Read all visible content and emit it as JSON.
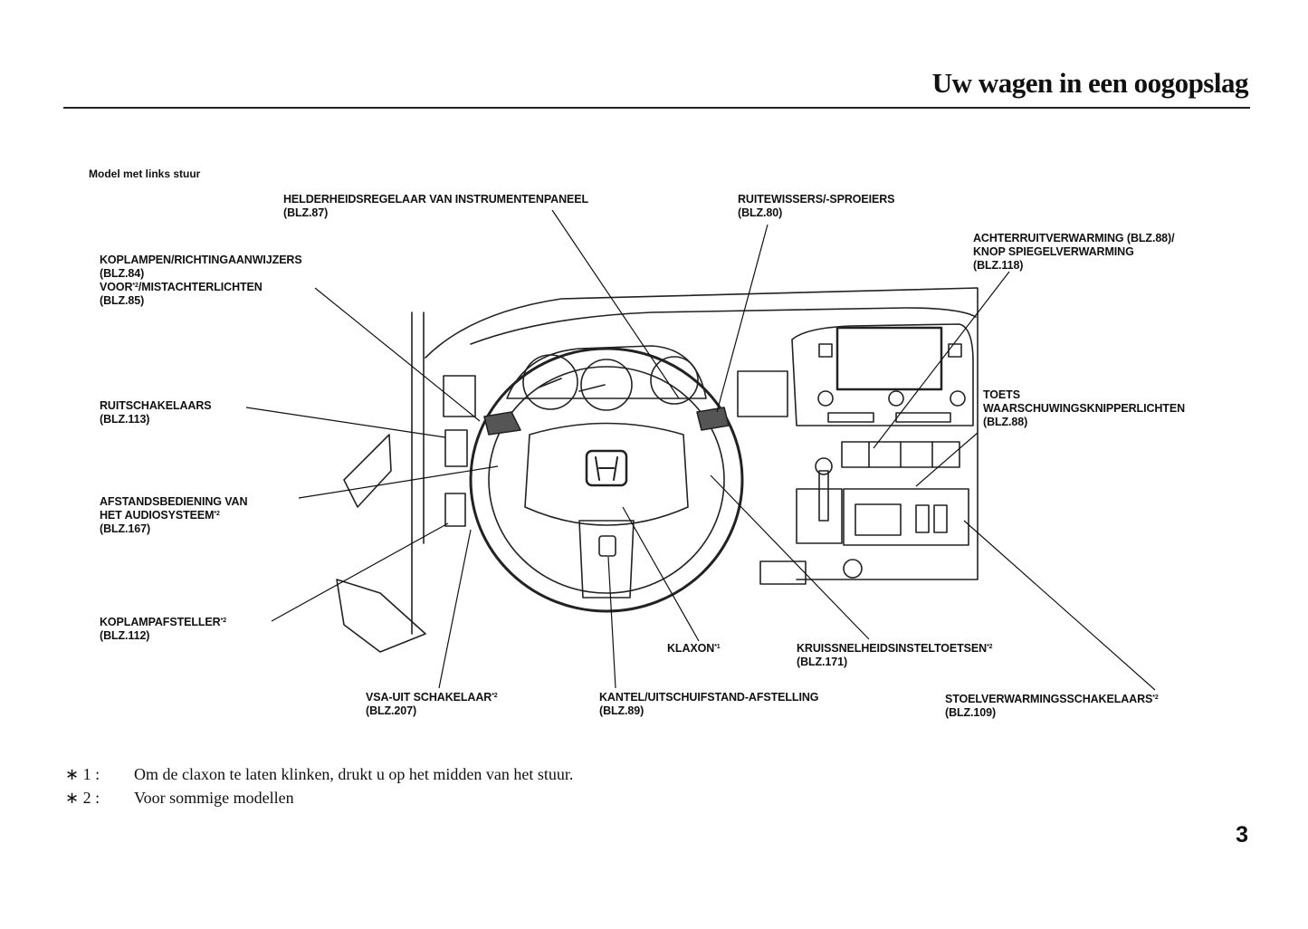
{
  "header": {
    "title": "Uw wagen in een oogopslag"
  },
  "model_label": "Model met links stuur",
  "callouts": {
    "helderheid": {
      "line1": "HELDERHEIDSREGELAAR VAN INSTRUMENTENPANEEL",
      "ref": "(BLZ.87)"
    },
    "ruitewissers": {
      "line1": "RUITEWISSERS/-SPROEIERS",
      "ref": "(BLZ.80)"
    },
    "achterruit": {
      "line1": "ACHTERRUITVERWARMING (BLZ.88)/",
      "line2": "KNOP SPIEGELVERWARMING",
      "ref": "(BLZ.118)"
    },
    "koplampen": {
      "line1": "KOPLAMPEN/RICHTINGAANWIJZERS",
      "ref1": "(BLZ.84)",
      "line2a": "VOOR",
      "line2sup": "*2",
      "line2b": "/MISTACHTERLICHTEN",
      "ref2": "(BLZ.85)"
    },
    "ruitschakelaars": {
      "line1": "RUITSCHAKELAARS",
      "ref": "(BLZ.113)"
    },
    "toets": {
      "line1": "TOETS",
      "line2": "WAARSCHUWINGSKNIPPERLICHTEN",
      "ref": "(BLZ.88)"
    },
    "afstands": {
      "line1": "AFSTANDSBEDIENING VAN",
      "line2": "HET AUDIOSYSTEEM",
      "sup": "*2",
      "ref": "(BLZ.167)"
    },
    "koplampafsteller": {
      "line1": "KOPLAMPAFSTELLER",
      "sup": "*2",
      "ref": "(BLZ.112)"
    },
    "klaxon": {
      "line1": "KLAXON",
      "sup": "*1"
    },
    "kruiss": {
      "line1": "KRUISSNELHEIDSINSTELTOETSEN",
      "sup": "*2",
      "ref": "(BLZ.171)"
    },
    "vsa": {
      "line1": "VSA-UIT SCHAKELAAR",
      "sup": "*2",
      "ref": "(BLZ.207)"
    },
    "kantel": {
      "line1": "KANTEL/UITSCHUIFSTAND-AFSTELLING",
      "ref": "(BLZ.89)"
    },
    "stoel": {
      "line1": "STOELVERWARMINGSSCHAKELAARS",
      "sup": "*2",
      "ref": "(BLZ.109)"
    }
  },
  "footnotes": [
    {
      "mark": "∗ 1 :",
      "text": "Om de claxon te laten klinken, drukt u op het midden van het stuur."
    },
    {
      "mark": "∗ 2 :",
      "text": "Voor sommige modellen"
    }
  ],
  "page_number": "3"
}
